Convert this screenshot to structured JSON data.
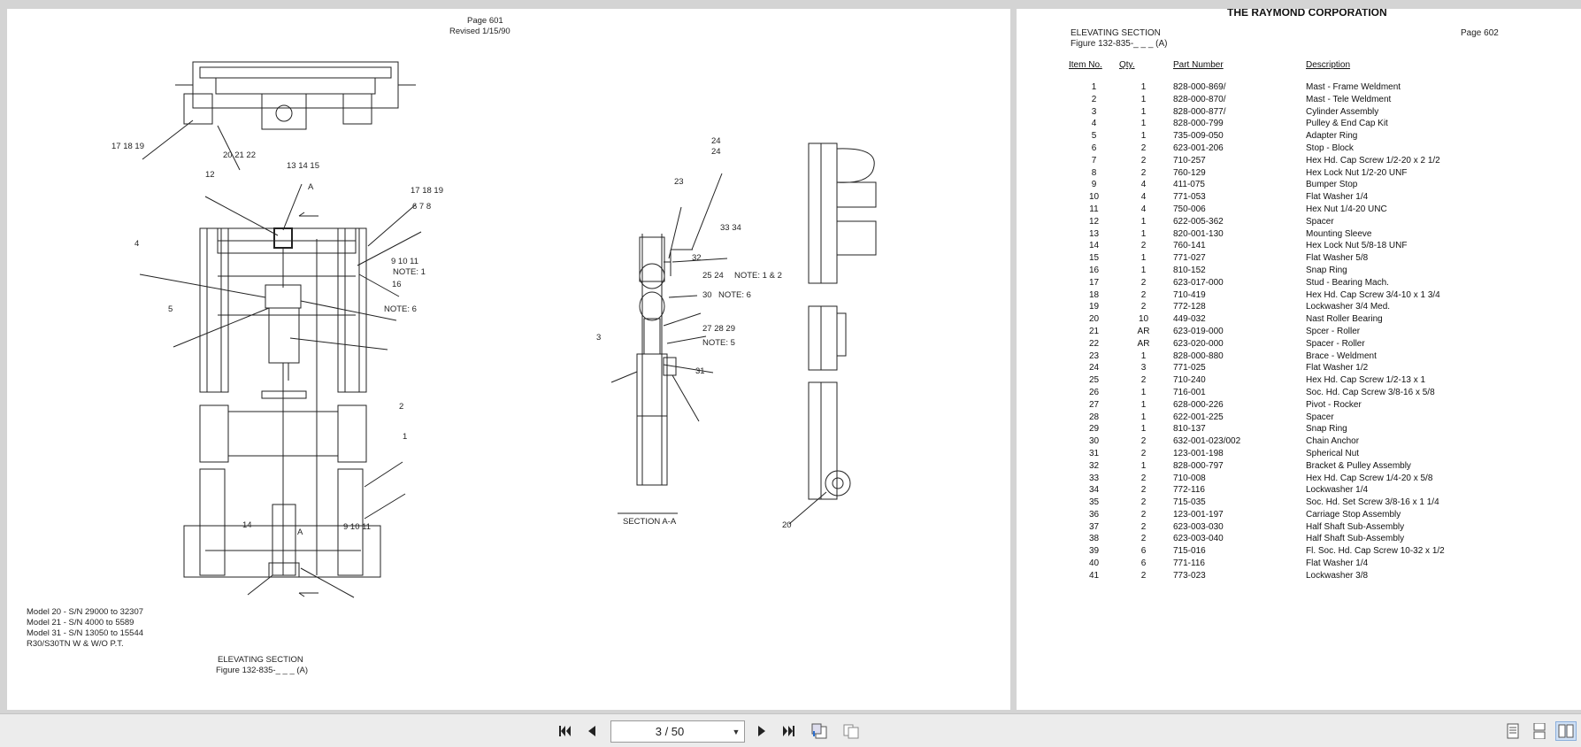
{
  "left_page": {
    "page_number": "Page 601",
    "revised": "Revised 1/15/90",
    "models": [
      "Model 20 - S/N 29000 to 32307",
      "Model 21 - S/N 4000 to 5589",
      "Model 31 - S/N 13050 to 15544",
      "R30/S30TN W & W/O P.T."
    ],
    "caption_title": "ELEVATING SECTION",
    "caption_figure": "Figure 132-835-_ _ _ (A)",
    "callouts": {
      "c17_18_19a": "17 18 19",
      "c20_21_22": "20 21 22",
      "c13_14_15": "13 14 15",
      "c12": "12",
      "c17_18_19b": "17 18 19",
      "c6_7_8": "6 7 8",
      "c4": "4",
      "c9_10_11a": "9 10 11",
      "c16": "16",
      "c5": "5",
      "c2": "2",
      "c1": "1",
      "c14": "14",
      "c9_10_11b": "9 10 11",
      "c24a": "24",
      "c24b": "24",
      "c23": "23",
      "c33_34": "33 34",
      "c32": "32",
      "c25_24": "25 24",
      "c30": "30",
      "c27_28_29": "27 28 29",
      "c3": "3",
      "c31": "31",
      "c20": "20"
    },
    "note1": "NOTE: 1",
    "note6a": "NOTE: 6",
    "note12": "NOTE: 1 & 2",
    "note6b": "NOTE: 6",
    "note5": "NOTE: 5",
    "label_a_top": "A",
    "label_a_bottom": "A",
    "section_label": "SECTION A-A"
  },
  "right_page": {
    "company": "THE RAYMOND CORPORATION",
    "section_title": "ELEVATING SECTION",
    "figure": "Figure 132-835-_ _ _ (A)",
    "page_number": "Page 602",
    "headers": {
      "item": "Item No.",
      "qty": "Qty.",
      "part": "Part Number",
      "desc": "Description"
    },
    "parts": [
      {
        "item": "1",
        "qty": "1",
        "part": "828-000-869/",
        "desc": "Mast - Frame Weldment"
      },
      {
        "item": "2",
        "qty": "1",
        "part": "828-000-870/",
        "desc": "Mast - Tele Weldment"
      },
      {
        "item": "3",
        "qty": "1",
        "part": "828-000-877/",
        "desc": "Cylinder Assembly"
      },
      {
        "item": "4",
        "qty": "1",
        "part": "828-000-799",
        "desc": "Pulley & End Cap Kit"
      },
      {
        "item": "5",
        "qty": "1",
        "part": "735-009-050",
        "desc": "Adapter Ring"
      },
      {
        "item": "6",
        "qty": "2",
        "part": "623-001-206",
        "desc": "Stop - Block"
      },
      {
        "item": "7",
        "qty": "2",
        "part": "710-257",
        "desc": "Hex Hd. Cap Screw 1/2-20 x 2 1/2"
      },
      {
        "item": "8",
        "qty": "2",
        "part": "760-129",
        "desc": "Hex Lock Nut 1/2-20 UNF"
      },
      {
        "item": "9",
        "qty": "4",
        "part": "411-075",
        "desc": "Bumper Stop"
      },
      {
        "item": "10",
        "qty": "4",
        "part": "771-053",
        "desc": "Flat Washer 1/4"
      },
      {
        "item": "11",
        "qty": "4",
        "part": "750-006",
        "desc": "Hex Nut 1/4-20 UNC"
      },
      {
        "item": "12",
        "qty": "1",
        "part": "622-005-362",
        "desc": "Spacer"
      },
      {
        "item": "13",
        "qty": "1",
        "part": "820-001-130",
        "desc": "Mounting Sleeve"
      },
      {
        "item": "14",
        "qty": "2",
        "part": "760-141",
        "desc": "Hex Lock Nut 5/8-18 UNF"
      },
      {
        "item": "15",
        "qty": "1",
        "part": "771-027",
        "desc": "Flat Washer 5/8"
      },
      {
        "item": "16",
        "qty": "1",
        "part": "810-152",
        "desc": "Snap Ring"
      },
      {
        "item": "17",
        "qty": "2",
        "part": "623-017-000",
        "desc": "Stud - Bearing Mach."
      },
      {
        "item": "18",
        "qty": "2",
        "part": "710-419",
        "desc": "Hex Hd. Cap Screw 3/4-10 x 1 3/4"
      },
      {
        "item": "19",
        "qty": "2",
        "part": "772-128",
        "desc": "Lockwasher 3/4 Med."
      },
      {
        "item": "20",
        "qty": "10",
        "part": "449-032",
        "desc": "Nast Roller Bearing"
      },
      {
        "item": "21",
        "qty": "AR",
        "part": "623-019-000",
        "desc": "Spcer - Roller"
      },
      {
        "item": "22",
        "qty": "AR",
        "part": "623-020-000",
        "desc": "Spacer - Roller"
      },
      {
        "item": "23",
        "qty": "1",
        "part": "828-000-880",
        "desc": "Brace - Weldment"
      },
      {
        "item": "24",
        "qty": "3",
        "part": "771-025",
        "desc": "Flat Washer 1/2"
      },
      {
        "item": "25",
        "qty": "2",
        "part": "710-240",
        "desc": "Hex Hd. Cap Screw 1/2-13 x 1"
      },
      {
        "item": "26",
        "qty": "1",
        "part": "716-001",
        "desc": "Soc. Hd. Cap Screw 3/8-16 x 5/8"
      },
      {
        "item": "27",
        "qty": "1",
        "part": "628-000-226",
        "desc": "Pivot - Rocker"
      },
      {
        "item": "28",
        "qty": "1",
        "part": "622-001-225",
        "desc": "Spacer"
      },
      {
        "item": "29",
        "qty": "1",
        "part": "810-137",
        "desc": "Snap Ring"
      },
      {
        "item": "30",
        "qty": "2",
        "part": "632-001-023/002",
        "desc": "Chain Anchor"
      },
      {
        "item": "31",
        "qty": "2",
        "part": "123-001-198",
        "desc": "Spherical Nut"
      },
      {
        "item": "32",
        "qty": "1",
        "part": "828-000-797",
        "desc": "Bracket & Pulley Assembly"
      },
      {
        "item": "33",
        "qty": "2",
        "part": "710-008",
        "desc": "Hex Hd. Cap Screw 1/4-20 x 5/8"
      },
      {
        "item": "34",
        "qty": "2",
        "part": "772-116",
        "desc": "Lockwasher 1/4"
      },
      {
        "item": "35",
        "qty": "2",
        "part": "715-035",
        "desc": "Soc. Hd. Set Screw 3/8-16 x 1 1/4"
      },
      {
        "item": "36",
        "qty": "2",
        "part": "123-001-197",
        "desc": "Carriage Stop Assembly"
      },
      {
        "item": "37",
        "qty": "2",
        "part": "623-003-030",
        "desc": "Half Shaft Sub-Assembly"
      },
      {
        "item": "38",
        "qty": "2",
        "part": "623-003-040",
        "desc": "Half Shaft Sub-Assembly"
      },
      {
        "item": "39",
        "qty": "6",
        "part": "715-016",
        "desc": "Fl. Soc. Hd. Cap Screw 10-32 x 1/2"
      },
      {
        "item": "40",
        "qty": "6",
        "part": "771-116",
        "desc": "Flat Washer 1/4"
      },
      {
        "item": "41",
        "qty": "2",
        "part": "773-023",
        "desc": "Lockwasher 3/8"
      }
    ]
  },
  "toolbar": {
    "page_indicator": "3 / 50",
    "icons": [
      "first-page-icon",
      "prev-page-icon",
      "next-page-icon",
      "last-page-icon",
      "rotate-icon",
      "fit-icon",
      "single-page-icon",
      "continuous-icon",
      "two-page-icon"
    ]
  }
}
